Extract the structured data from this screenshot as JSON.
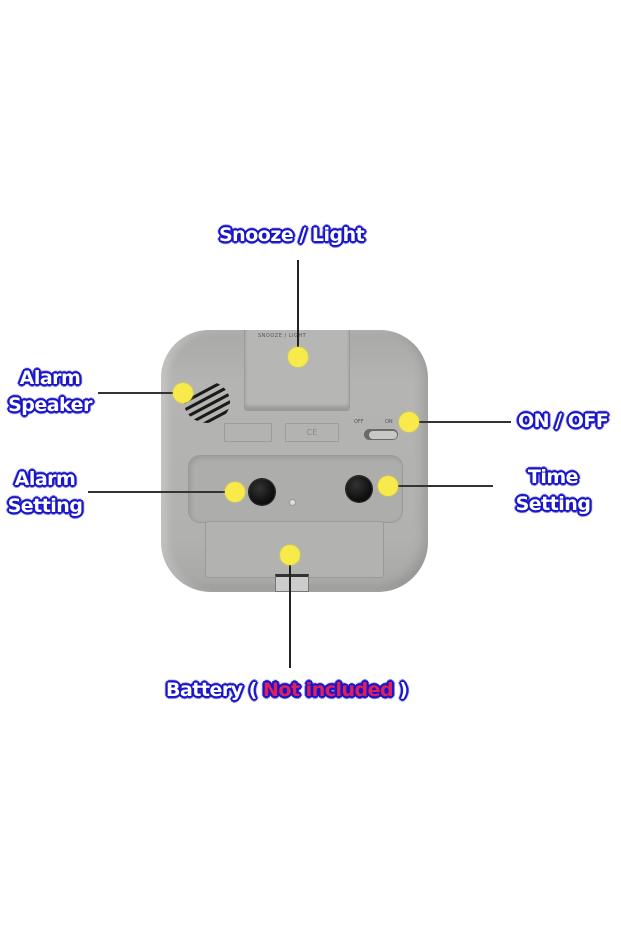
{
  "labels": {
    "snooze_light": "Snooze / Light",
    "alarm_speaker_line1": "Alarm",
    "alarm_speaker_line2": "Speaker",
    "on_off": "ON / OFF",
    "alarm_setting_line1": "Alarm",
    "alarm_setting_line2": "Setting",
    "time_setting_line1": "Time",
    "time_setting_line2": "Setting",
    "battery_prefix": "Battery ( ",
    "battery_highlight": "Not included",
    "battery_suffix": " )"
  },
  "device": {
    "snooze_embossed": "SNOOZE / LIGHT",
    "ce_mark": "CE",
    "switch_off": "OFF",
    "switch_on": "ON"
  },
  "colors": {
    "label_outline": "#1a16c8",
    "label_fill": "#ffffff",
    "highlight_fill": "#e0205a",
    "marker_dot": "#f7ea4a",
    "device_body": "#b1b1af"
  }
}
